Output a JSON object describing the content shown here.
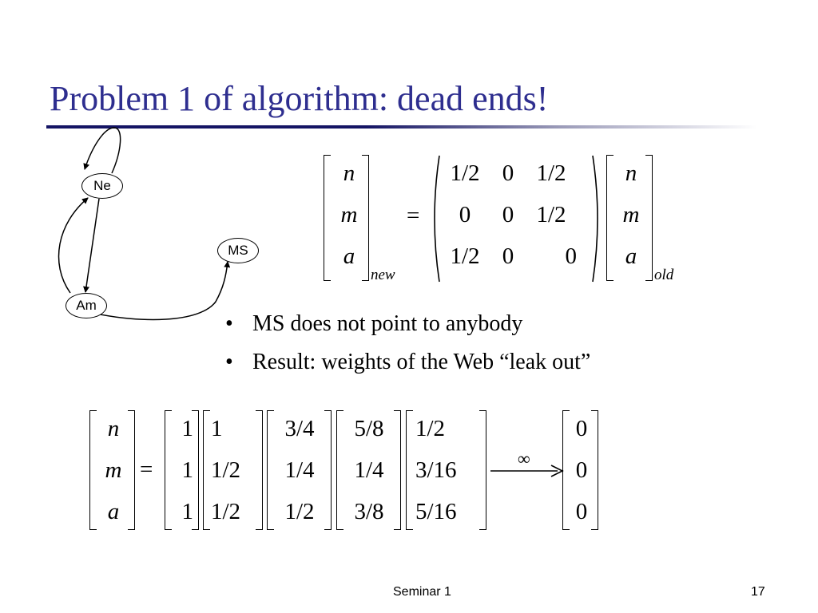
{
  "slide": {
    "title": "Problem 1 of algorithm: dead ends!",
    "graph": {
      "nodes": [
        "Ne",
        "MS",
        "Am"
      ]
    },
    "equation1": {
      "lhs": [
        "n",
        "m",
        "a"
      ],
      "lhs_subscript": "new",
      "equals": "=",
      "matrix": [
        [
          "1/2",
          "0",
          "1/2"
        ],
        [
          "0",
          "0",
          "1/2"
        ],
        [
          "1/2",
          "0",
          "0"
        ]
      ],
      "rhs": [
        "n",
        "m",
        "a"
      ],
      "rhs_subscript": "old"
    },
    "bullets": [
      "MS does not point to anybody",
      "Result: weights of the Web “leak out”"
    ],
    "bullet_marker": "•",
    "equation2": {
      "lhs": [
        "n",
        "m",
        "a"
      ],
      "equals": "=",
      "iterates": [
        [
          "1",
          "1",
          "1"
        ],
        [
          "1",
          "1/2",
          "1/2"
        ],
        [
          "3/4",
          "1/4",
          "1/2"
        ],
        [
          "5/8",
          "1/4",
          "3/8"
        ],
        [
          "1/2",
          "3/16",
          "5/16"
        ]
      ],
      "arrow_label": "∞",
      "limit": [
        "0",
        "0",
        "0"
      ]
    },
    "footer": {
      "center": "Seminar 1",
      "page_number": "17"
    }
  }
}
